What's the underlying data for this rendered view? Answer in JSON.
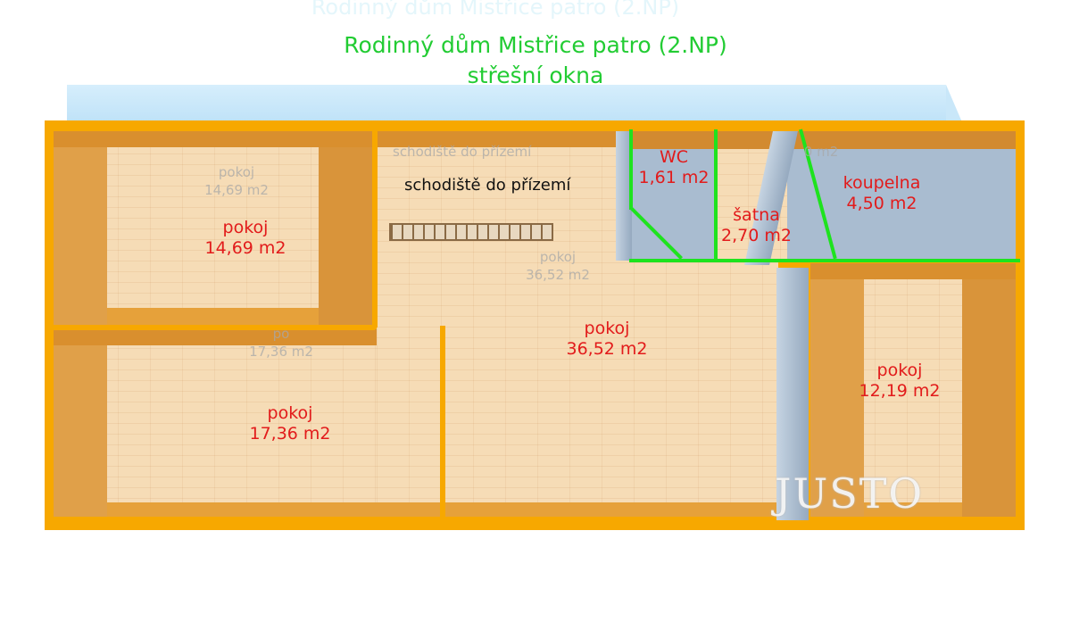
{
  "title": {
    "line1": "Rodinný dům Mistřice patro (2.NP)",
    "line2": "střešní okna",
    "ghost": "Rodinný dům Mistřice patro (2.NP)"
  },
  "rooms": [
    {
      "name": "pokoj",
      "area": "14,69 m2"
    },
    {
      "name": "pokoj",
      "area": "17,36 m2"
    },
    {
      "name": "pokoj",
      "area": "36,52 m2"
    },
    {
      "name": "WC",
      "area": "1,61 m2"
    },
    {
      "name": "šatna",
      "area": "2,70 m2"
    },
    {
      "name": "koupelna",
      "area": "4,50 m2"
    },
    {
      "name": "pokoj",
      "area": "12,19 m2"
    }
  ],
  "ghost_labels": {
    "r1": "pokoj",
    "r1a": "14,69 m2",
    "r2": "po",
    "r2a": "17,36 m2",
    "r3": "pokoj",
    "r3a": "36,52 m2",
    "stairs": "schodiště do přízemí",
    "bath": "0 m2"
  },
  "stairs_label": "schodiště do přízemí",
  "watermark": "JUSTO",
  "colors": {
    "wall": "#f7a800",
    "label": "#e21b1b",
    "title": "#22cc33",
    "partition": "#1ee31e"
  }
}
